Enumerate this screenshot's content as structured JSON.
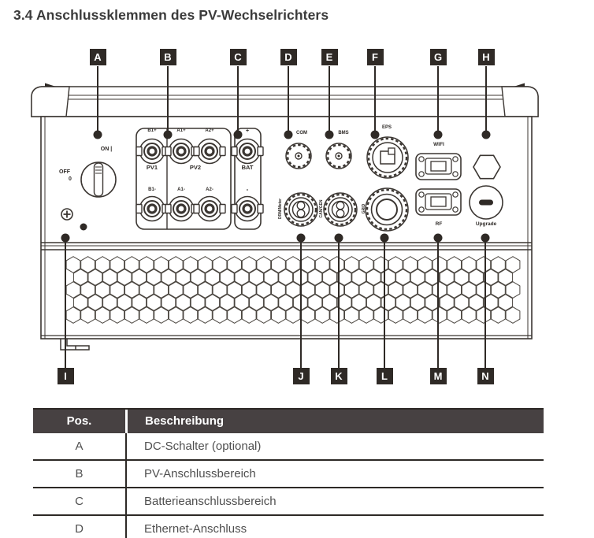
{
  "title": "3.4 Anschlussklemmen des PV-Wechselrichters",
  "diagram": {
    "top_callouts": [
      "A",
      "B",
      "C",
      "D",
      "E",
      "F",
      "G",
      "H"
    ],
    "bottom_callouts": [
      "I",
      "J",
      "K",
      "L",
      "M",
      "N"
    ],
    "labels": {
      "on": "ON |",
      "off": "OFF",
      "off_zero": "0",
      "pv_b1_plus": "B1+",
      "pv_a1_plus": "A1+",
      "pv_a2_plus": "A2+",
      "pv_b1_minus": "B1-",
      "pv_a1_minus": "A1-",
      "pv_a2_minus": "A2-",
      "pv1": "PV1",
      "pv2": "PV2",
      "bat_plus": "+",
      "bat": "BAT",
      "bat_minus": "-",
      "com": "COM",
      "bms": "BMS",
      "eps": "EPS",
      "wifi": "WIFI",
      "rf": "RF",
      "upgrade": "Upgrade",
      "drm_meter": "DRM/Meter",
      "can_gen": "CAN/GEN",
      "grid": "GRID"
    }
  },
  "table": {
    "headers": [
      "Pos.",
      "Beschreibung"
    ],
    "rows": [
      {
        "pos": "A",
        "desc": "DC-Schalter (optional)"
      },
      {
        "pos": "B",
        "desc": "PV-Anschlussbereich"
      },
      {
        "pos": "C",
        "desc": "Batterieanschlussbereich"
      },
      {
        "pos": "D",
        "desc": "Ethernet-Anschluss"
      }
    ]
  },
  "colors": {
    "ink": "#2f2a26",
    "line": "#3b3632",
    "table_header_bg": "#474142",
    "cell_text": "#4f4f4f"
  }
}
